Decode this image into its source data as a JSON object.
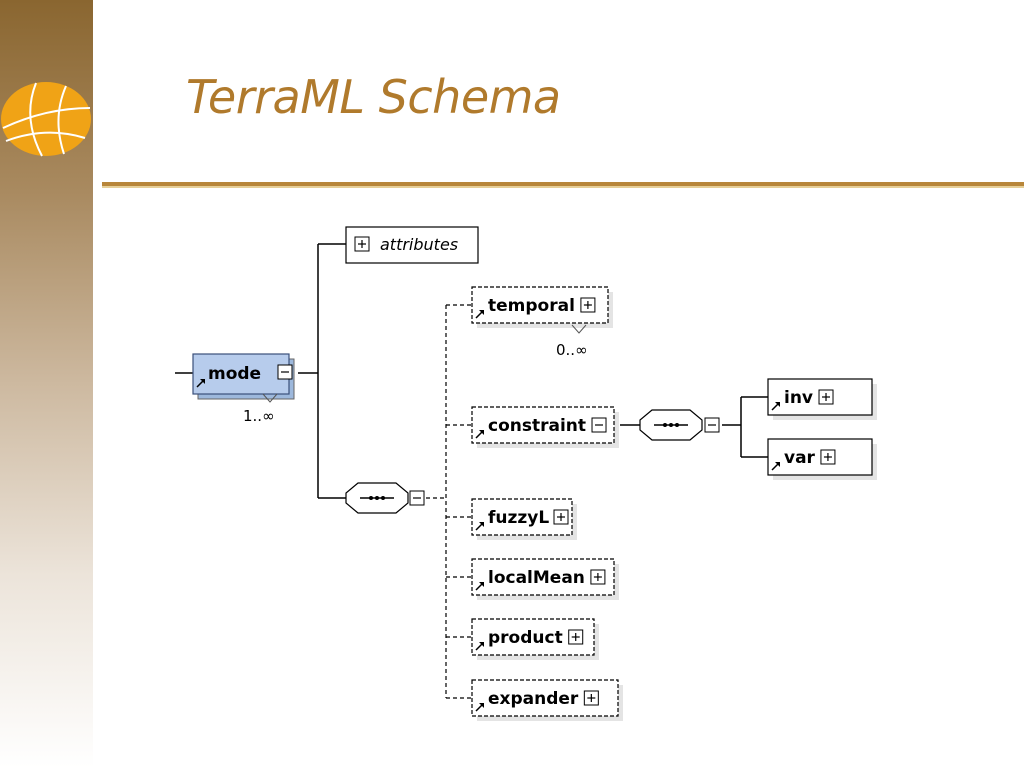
{
  "slide": {
    "title": "TerraML Schema",
    "accent_color": "#b07a2c",
    "logo_color": "#f0a316",
    "logo_icon": "globe-icon"
  },
  "diagram": {
    "root": {
      "label": "mode",
      "occurrence": "1..∞"
    },
    "attributes": {
      "label": "attributes"
    },
    "sequence_children": [
      {
        "label": "temporal",
        "occurrence": "0..∞"
      },
      {
        "label": "constraint"
      },
      {
        "label": "fuzzyL"
      },
      {
        "label": "localMean"
      },
      {
        "label": "product"
      },
      {
        "label": "expander"
      }
    ],
    "constraint_children": [
      {
        "label": "inv"
      },
      {
        "label": "var"
      }
    ]
  }
}
